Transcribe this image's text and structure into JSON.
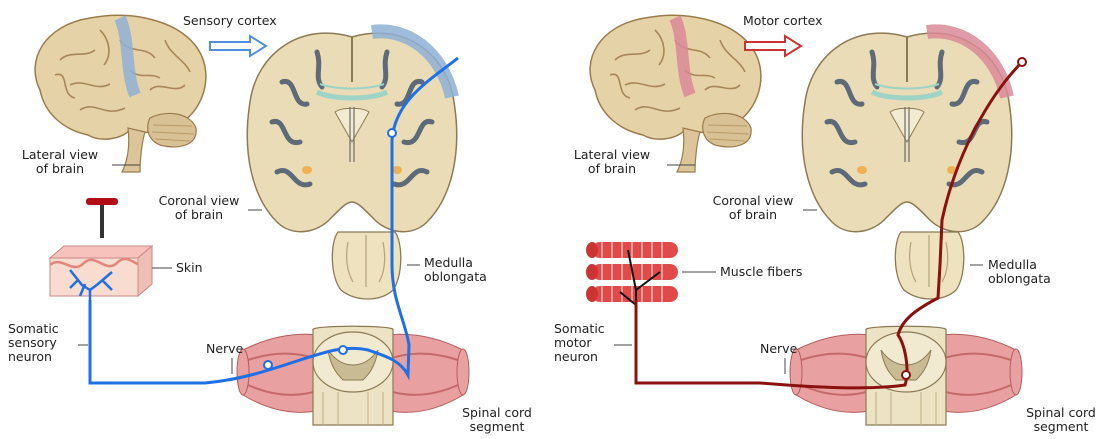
{
  "left_panel": {
    "cortex_label": "Sensory cortex",
    "lateral_view": "Lateral view\nof brain",
    "coronal_view": "Coronal view\nof brain",
    "skin": "Skin",
    "medulla": "Medulla\noblongata",
    "neuron": "Somatic\nsensory\nneuron",
    "nerve": "Nerve",
    "spinal": "Spinal cord\nsegment"
  },
  "right_panel": {
    "cortex_label": "Motor cortex",
    "lateral_view": "Lateral view\nof brain",
    "coronal_view": "Coronal view\nof brain",
    "muscle": "Muscle fibers",
    "medulla": "Medulla\noblongata",
    "neuron": "Somatic\nmotor\nneuron",
    "nerve": "Nerve",
    "spinal": "Spinal cord\nsegment"
  },
  "colors": {
    "sensory_path": "#1f6fe6",
    "motor_path": "#8b1010",
    "sensory_cortex": "#8fb0d6",
    "motor_cortex": "#d98a98",
    "brain": "#e8d6ad",
    "muscle": "#e98f8f"
  }
}
